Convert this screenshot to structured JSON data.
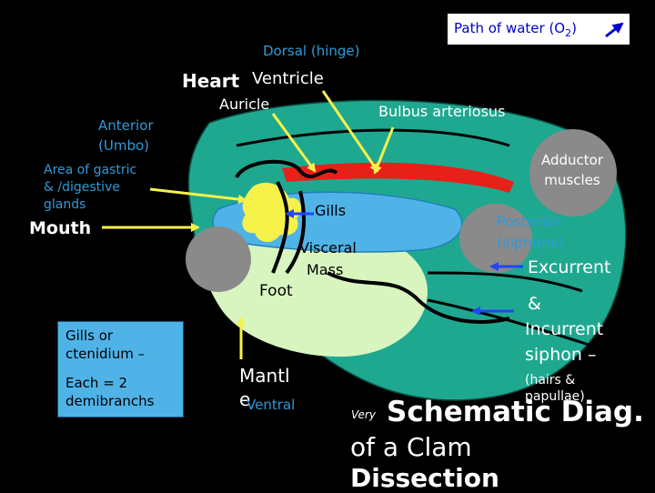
{
  "water_path": {
    "label": "Path of water (O",
    "subscript": "2",
    "close": ")"
  },
  "labels": {
    "dorsal": "Dorsal (hinge)",
    "heart": "Heart",
    "ventricle": "Ventricle",
    "auricle": "Auricle",
    "bulbus": "Bulbus arteriosus",
    "anterior_line1": "Anterior",
    "anterior_line2": "(Umbo)",
    "gastric_line1": "Area of gastric",
    "gastric_line2": "& /digestive",
    "gastric_line3": "glands",
    "mouth": "Mouth",
    "adductor_line1": "Adductor",
    "adductor_line2": "muscles",
    "gills": "Gills",
    "posterior_line1": "Posterior",
    "posterior_line2": "(siphons)",
    "visceral_line1": "Visceral",
    "visceral_line2": "Mass",
    "excurrent": "Excurrent",
    "foot": "Foot",
    "incurrent_line1": "&",
    "incurrent_line2": "Incurrent",
    "incurrent_line3": "siphon –",
    "hairs_line1": "(hairs &",
    "hairs_line2": "papullae)",
    "gills_box_line1": "Gills or",
    "gills_box_line2": "ctenidium –",
    "gills_box_line3": "Each = 2",
    "gills_box_line4": "demibranchs",
    "mantle_line1": "Mantl",
    "mantle_line2": "e",
    "ventral": "Ventral",
    "title_very": "Very",
    "title_line1": "Schematic Diag.",
    "title_line2": "of a Clam",
    "title_line3": "Dissection"
  },
  "colors": {
    "mantle": "#1fa890",
    "visceral": "#d8f5c0",
    "gills": "#4fb3e8",
    "gland": "#f6f24a",
    "muscle": "#8a8a8a",
    "blood_vessel": "#e8201a",
    "arrow_yellow": "#f6f24a",
    "arrow_blue": "#2244ff",
    "label_blue": "#2f9ad8",
    "label_white": "#ffffff"
  }
}
